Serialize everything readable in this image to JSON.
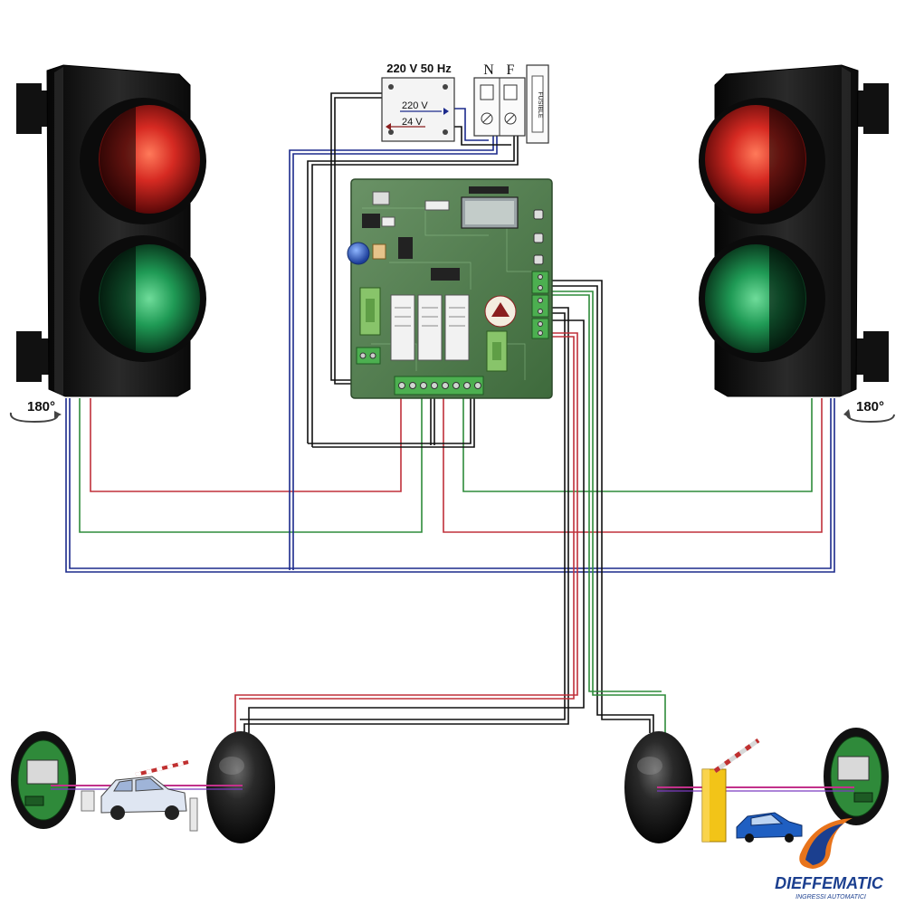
{
  "power": {
    "transformer_title": "220 V 50 Hz",
    "primary_label": "220 V",
    "secondary_label": "24 V",
    "neutral_label": "N",
    "phase_label": "F",
    "fuse_label": "FUSIBLE"
  },
  "traffic_lights": {
    "left_rotation": "180°",
    "right_rotation": "180°"
  },
  "brand": {
    "name": "DIEFFEMATIC",
    "tagline": "INGRESSI AUTOMATICI"
  },
  "colors": {
    "wire_red": "#c0303a",
    "wire_green": "#2e8b3a",
    "wire_blue": "#1c2a8c",
    "wire_black": "#111111",
    "board_green": "#4f7a4a",
    "brand_blue": "#1b3f8f",
    "brand_orange": "#e8741c"
  }
}
